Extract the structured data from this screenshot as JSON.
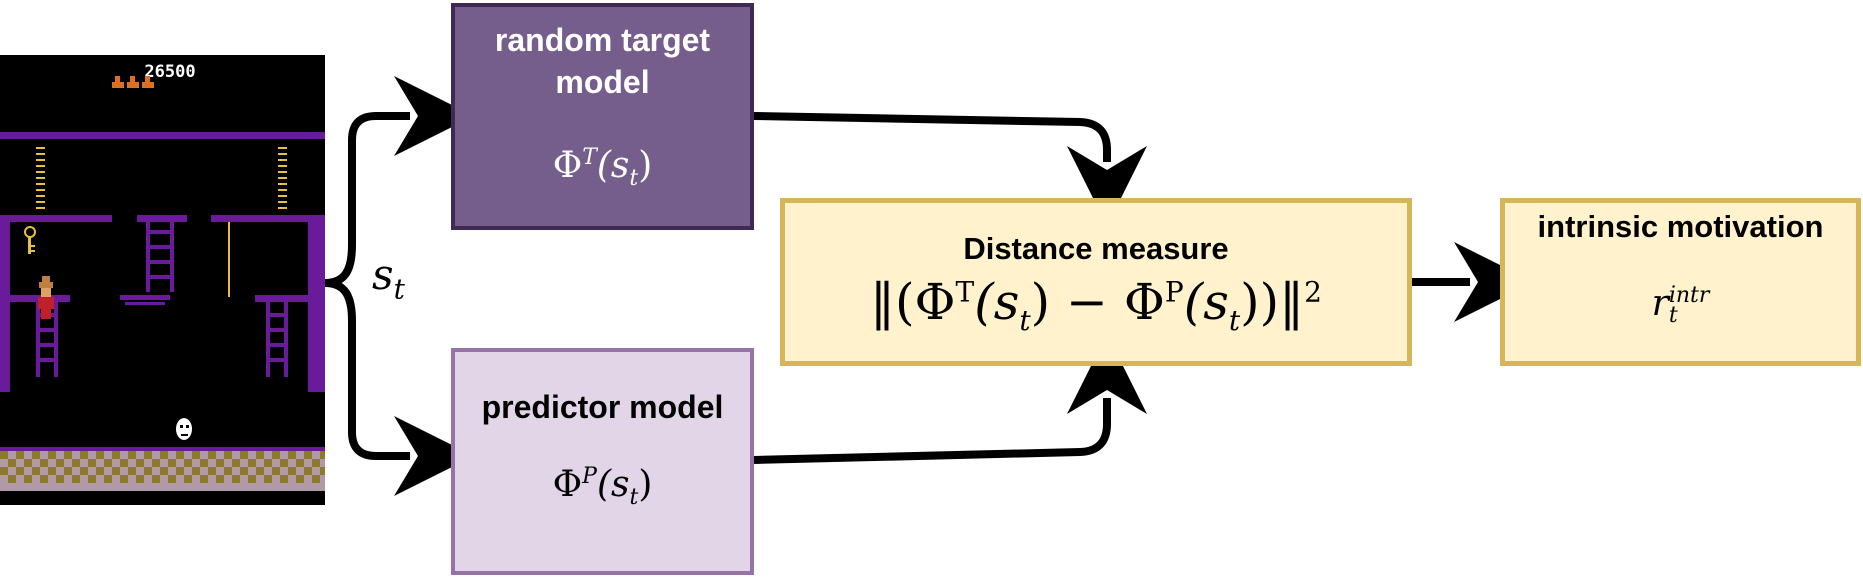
{
  "game_screen": {
    "score": "26500",
    "colors": {
      "background": "#000000",
      "platform": "#6a1b9a",
      "floor_a": "#8a7a2a",
      "floor_b": "#b09aa8",
      "ladder": "#e8c040"
    }
  },
  "state_label": {
    "symbol": "s",
    "subscript": "t"
  },
  "random_target_model": {
    "title_line1": "random target",
    "title_line2": "model",
    "formula_base": "Φ",
    "formula_sup": "T",
    "formula_arg": "(s",
    "formula_sub": "t",
    "formula_close": ")",
    "color_fill": "#755d8c",
    "color_border": "#3f2a55",
    "color_text": "#ffffff"
  },
  "predictor_model": {
    "title": "predictor model",
    "formula_base": "Φ",
    "formula_sup": "P",
    "formula_arg": "(s",
    "formula_sub": "t",
    "formula_close": ")",
    "color_fill": "#e1d5e7",
    "color_border": "#9673a6"
  },
  "distance_measure": {
    "title": "Distance measure",
    "formula_open": "‖(Φ",
    "formula_sup1": "T",
    "formula_mid1": "(s",
    "formula_sub1": "t",
    "formula_mid2": ") − Φ",
    "formula_sup2": "P",
    "formula_mid3": "(s",
    "formula_sub2": "t",
    "formula_close": "))‖",
    "formula_power": "2",
    "color_fill": "#fff2cc",
    "color_border": "#d6b656"
  },
  "intrinsic_motivation": {
    "title": "intrinsic motivation",
    "formula_base": "r",
    "formula_sup": "intr",
    "formula_sub": "t",
    "color_fill": "#fff2cc",
    "color_border": "#d6b656"
  }
}
